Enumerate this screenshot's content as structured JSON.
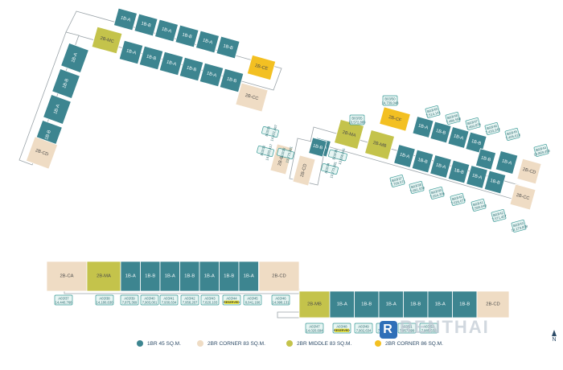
{
  "colors": {
    "unit_1br": "#3d8590",
    "unit_2br_corner": "#efdcc4",
    "unit_2br_middle": "#c4c34b",
    "unit_2br_corner86": "#f3c022",
    "tag_fill": "#e7f5f3",
    "tag_border": "#3a9a97",
    "tag_text": "#2b6a70",
    "corridor": "#ffffff",
    "corridor_border": "#9aa3a8",
    "unit_text_dark": "#ffffff",
    "unit_text_light": "#4b4b4b"
  },
  "buildings": {
    "topleft": {
      "upper_row": [
        "1B-A",
        "1B-B",
        "1B-A",
        "1B-B",
        "1B-A",
        "1B-B"
      ],
      "corner_mid": "2B-MC",
      "lower_row": [
        "1B-A",
        "1B-B",
        "1B-A",
        "1B-B",
        "1B-A",
        "1B-B"
      ],
      "corner_e": "2B-CE",
      "corner_c": "2B-CC",
      "left_col": [
        "1B-A",
        "1B-B",
        "1B-A",
        "1B-B"
      ],
      "corner_bottom": "2B-CD"
    },
    "right": {
      "unit_cf": "2B-CF",
      "unit_ma": "2B-MA",
      "unit_mb": "2B-MB",
      "diag_upper": [
        "1B-A",
        "1B-B",
        "1B-A",
        "1B-B"
      ],
      "diag_lower": [
        "1B-A",
        "1B-B",
        "1B-A",
        "1B-B",
        "1B-A",
        "1B-B"
      ],
      "stub_units": [
        "1B-A",
        "1B-B"
      ],
      "left_a": "2B-CC",
      "left_b": "2B-CD",
      "right_upper": "2B-CD",
      "right_lower": "2B-CC",
      "right_mid": "1B-A",
      "right_mid2": "1B-B",
      "tags": [
        [
          "B03/50",
          "14,739,048"
        ],
        [
          "B03/49",
          "7,514,141"
        ],
        [
          "B03/48",
          "7,486,588"
        ],
        [
          "B03/47",
          "7,460,876"
        ],
        [
          "B03/46",
          "7,433,242"
        ],
        [
          "B03/45",
          "7,405,613"
        ],
        [
          "B03/44",
          "13,869,495"
        ],
        [
          "B03/35",
          "13,572,889"
        ],
        [
          "B03/36",
          "13,656,041"
        ],
        [
          "B03/37",
          "7,709,571"
        ],
        [
          "B03/38",
          "7,681,939"
        ],
        [
          "B03/39",
          "7,654,306"
        ],
        [
          "B03/40",
          "7,626,673"
        ],
        [
          "B03/41",
          "7,599,040"
        ],
        [
          "B03/42",
          "7,571,407"
        ],
        [
          "B03/43",
          "14,173,838"
        ],
        [
          "B03/31",
          "14,321,467"
        ],
        [
          "B03/32",
          "14,003,417"
        ],
        [
          "B03/33",
          "13,773,381"
        ],
        [
          "B03/34",
          "13,773,381"
        ]
      ]
    },
    "bottom": {
      "left_corner": "2B-CA",
      "ma": "2B-MA",
      "row1": [
        "1B-A",
        "1B-B",
        "1B-A",
        "1B-B",
        "1B-A",
        "1B-B",
        "1B-A"
      ],
      "right_corner": "2B-CD",
      "mb": "2B-MB",
      "row2": [
        "1B-A",
        "1B-B",
        "1B-A",
        "1B-B",
        "1B-A",
        "1B-B"
      ],
      "right_corner2": "2B-CD",
      "tags1": [
        [
          "A03/37",
          "14,440,768"
        ],
        [
          "A03/38",
          "14,180,630"
        ],
        [
          "A03/39",
          "7,875,369"
        ],
        [
          "A03/40",
          "7,903,001"
        ],
        [
          "A03/41",
          "7,930,634"
        ],
        [
          "A03/42",
          "7,958,267"
        ],
        [
          "A03/43",
          "7,820,103"
        ],
        [
          "A03/44",
          "RESERVED"
        ],
        [
          "A03/45",
          "8,041,166"
        ],
        [
          "A03/46",
          "14,998,131"
        ]
      ],
      "tags2": [
        [
          "A03/47",
          "14,020,694"
        ],
        [
          "A03/48",
          "RESERVED"
        ],
        [
          "A03/49",
          "7,902,634"
        ],
        [
          "A03/50",
          "7,930,267"
        ],
        [
          "A03/51",
          "7,957,899"
        ],
        [
          "A03/52",
          "7,985,532"
        ]
      ]
    }
  },
  "legend": [
    {
      "label": "1BR 45 SQ.M.",
      "color": "#3d8590"
    },
    {
      "label": "2BR CORNER 83 SQ.M.",
      "color": "#efdcc4"
    },
    {
      "label": "2BR MIDDLE 83 SQ.M.",
      "color": "#c4c34b"
    },
    {
      "label": "2BR CORNER 86 SQ.M.",
      "color": "#f3c022"
    }
  ],
  "north_label": "N",
  "watermark": "RENTHAI"
}
